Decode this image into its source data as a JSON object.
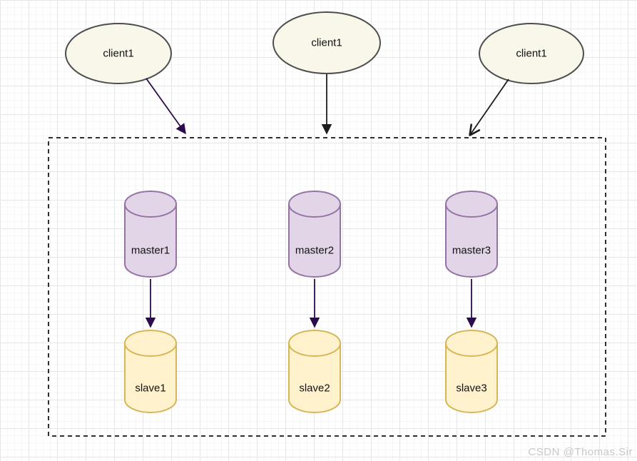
{
  "canvas": {
    "watermark": "CSDN @Thomas.Sir"
  },
  "colors": {
    "client_fill": "#F9F6EA",
    "client_stroke": "#4D4D4D",
    "master_fill": "#E1D5E7",
    "master_stroke": "#9673A6",
    "slave_fill": "#FFF2CC",
    "slave_stroke": "#D6B656",
    "arrow_dark_purple": "#2B0B4D",
    "arrow_black": "#1C1C1C",
    "boundary_stroke": "#2F2F2F",
    "label_color": "#111111"
  },
  "nodes": {
    "clients": [
      {
        "label": "client1"
      },
      {
        "label": "client1"
      },
      {
        "label": "client1"
      }
    ],
    "masters": [
      {
        "label": "master1"
      },
      {
        "label": "master2"
      },
      {
        "label": "master3"
      }
    ],
    "slaves": [
      {
        "label": "slave1"
      },
      {
        "label": "slave2"
      },
      {
        "label": "slave3"
      }
    ]
  }
}
